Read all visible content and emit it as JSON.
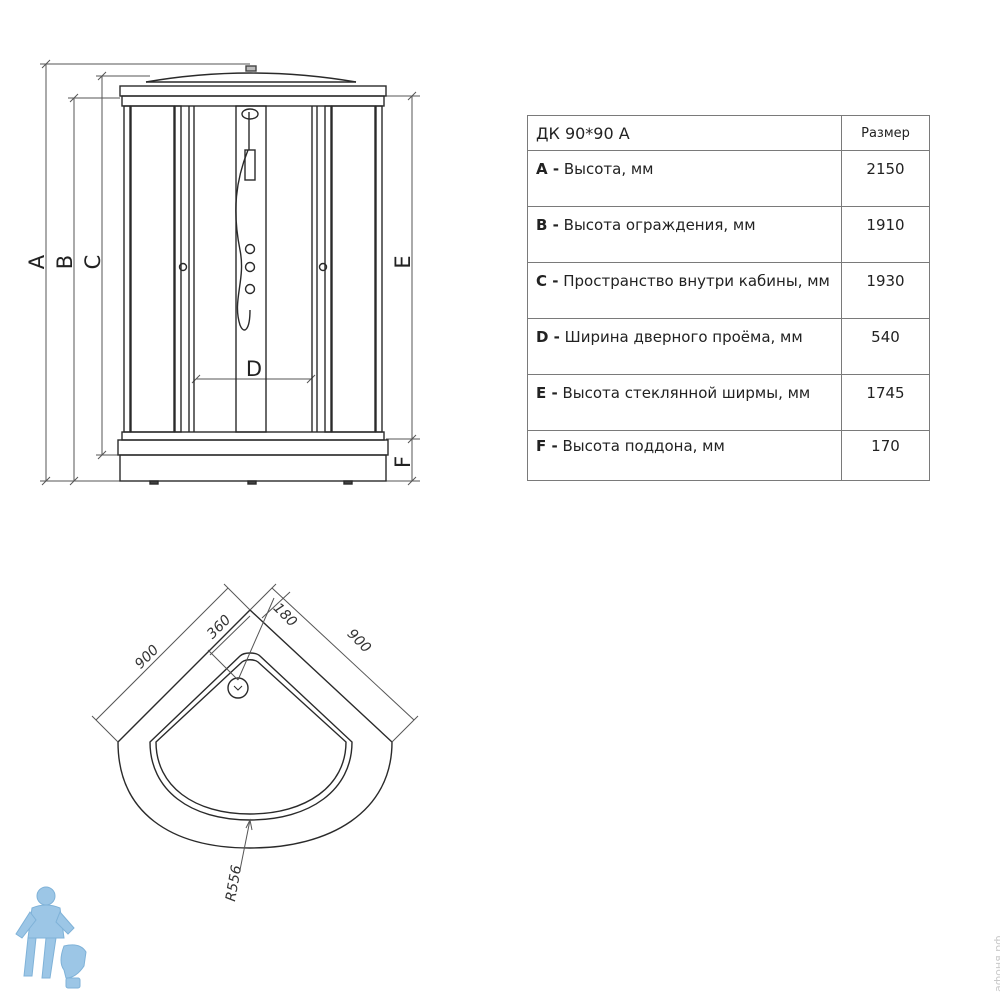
{
  "front_view": {
    "labels": {
      "a": "A",
      "b": "B",
      "c": "C",
      "d": "D",
      "e": "E",
      "f": "F"
    }
  },
  "plan_view": {
    "dims": {
      "side_left": "900",
      "side_right": "900",
      "drain_offset": "360",
      "drain_offset_2": "180",
      "radius": "R556"
    }
  },
  "spec_table": {
    "title": "ДК  90*90 А",
    "size_header": "Размер",
    "rows": [
      {
        "key": "A -",
        "label": " Высота, мм",
        "value": "2150"
      },
      {
        "key": "B -",
        "label": " Высота ограждения, мм",
        "value": "1910"
      },
      {
        "key": "C -",
        "label": " Пространство внутри кабины, мм",
        "value": "1930"
      },
      {
        "key": "D -",
        "label": " Ширина дверного проёма, мм",
        "value": "540"
      },
      {
        "key": "E -",
        "label": " Высота стеклянной ширмы, мм",
        "value": "1745"
      },
      {
        "key": "F -",
        "label": " Высота поддона, мм",
        "value": "170"
      }
    ]
  },
  "watermark": {
    "text": "афоня.рф"
  },
  "colors": {
    "line": "#2a2a2a",
    "dim_line": "#555555",
    "table_border": "#7a7a7a",
    "mascot": "#9cc6e6"
  }
}
